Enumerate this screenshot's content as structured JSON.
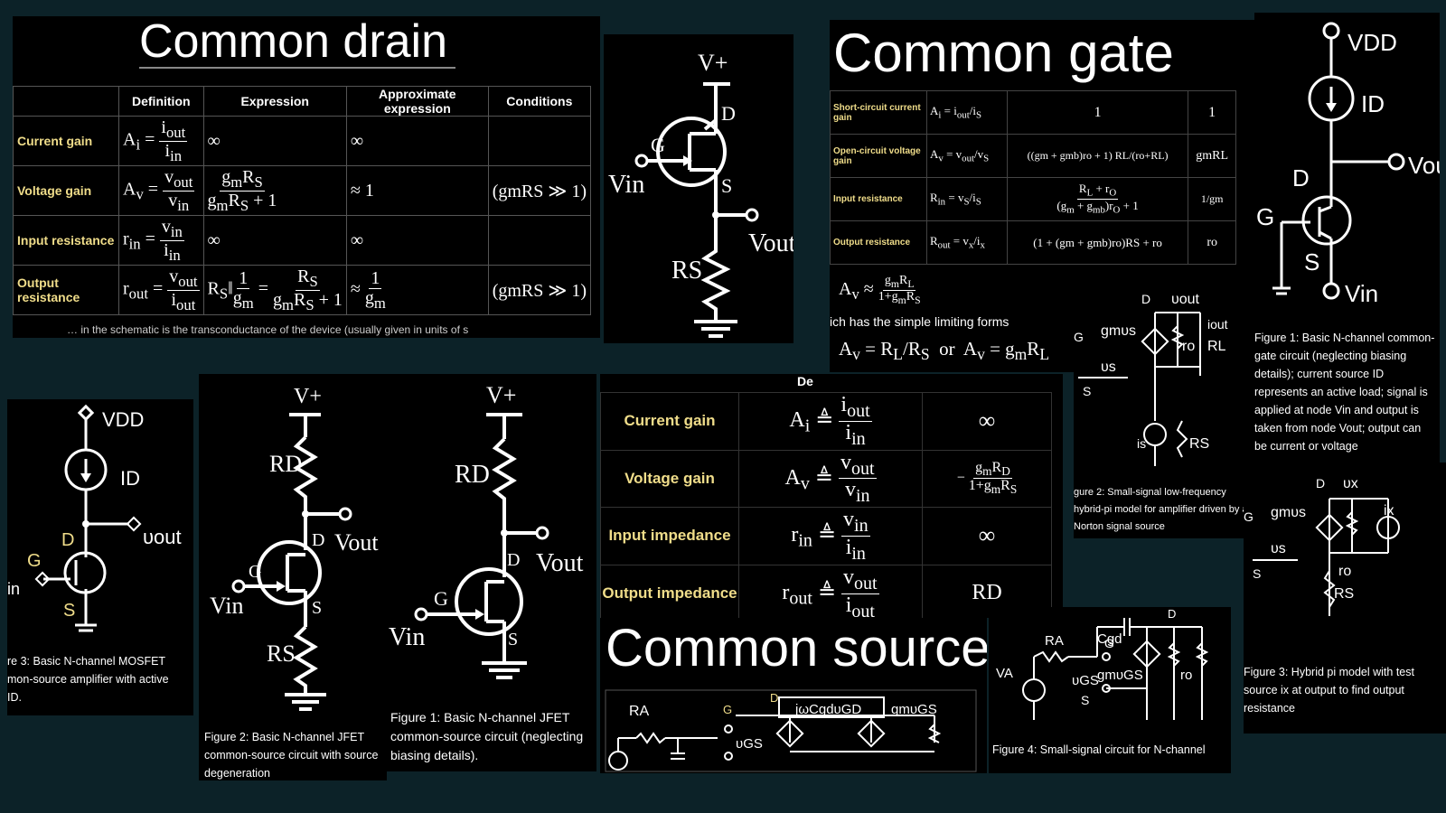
{
  "common_drain": {
    "title": "Common drain",
    "table_headers": [
      "Definition",
      "Expression",
      "Approximate expression",
      "Conditions"
    ],
    "rows": [
      {
        "label": "Current gain",
        "expression": "∞",
        "approx": "∞",
        "condition": ""
      },
      {
        "label": "Voltage gain",
        "approx": "≈ 1",
        "condition": "(gmRS ≫ 1)"
      },
      {
        "label": "Input resistance",
        "expression": "∞",
        "approx": "∞",
        "condition": ""
      },
      {
        "label": "Output resistance",
        "condition": "(gmRS ≫ 1)"
      }
    ],
    "footnote": "… in the schematic is the transconductance of the device (usually given in units of s"
  },
  "common_gate": {
    "title": "Common gate",
    "rows": [
      {
        "label": "Short-circuit current gain",
        "expression": "1",
        "approx": "1"
      },
      {
        "label": "Open-circuit voltage gain",
        "expression": "((gm + gmb)ro + 1) RL/(ro+RL)",
        "approx": "gmRL"
      },
      {
        "label": "Input resistance",
        "approx": "1/gm"
      },
      {
        "label": "Output resistance",
        "expression": "(1 + (gm + gmb)ro)RS + ro",
        "approx": "ro"
      }
    ],
    "limiting_text": "ich has the simple limiting forms",
    "or_text": "or",
    "figure1_caption": "Figure 1: Basic N-channel common-gate circuit (neglecting biasing details); current source ID represents an active load; signal is applied at node Vin and output is taken from node Vout; output can be current or voltage",
    "figure2_caption": "gure 2: Small-signal low-frequency hybrid-pi model for amplifier driven by a Norton signal source",
    "figure3_caption": "Figure 3: Hybrid pi model with test source ix at output to find output resistance"
  },
  "common_source": {
    "title": "Common source",
    "rows": [
      {
        "label": "Current gain",
        "value": "∞"
      },
      {
        "label": "Voltage gain"
      },
      {
        "label": "Input impedance",
        "value": "∞"
      },
      {
        "label": "Output impedance",
        "value": "RD"
      }
    ],
    "header_fragment": "De",
    "figure1_caption": "Figure 1: Basic N-channel JFET common-source circuit (neglecting biasing details).",
    "figure2_caption": "Figure 2: Basic N-channel JFET common-source circuit with source degeneration",
    "figure3_caption": "re 3: Basic N-channel MOSFET mon-source amplifier with active ID.",
    "figure4_caption": "Figure 4: Small-signal circuit for N-channel"
  },
  "labels": {
    "vplus": "V+",
    "vdd": "VDD",
    "vin": "Vin",
    "vout": "Vout",
    "v_out_small": "υout",
    "d": "D",
    "g": "G",
    "s": "S",
    "rs": "RS",
    "rd": "RD",
    "id": "ID",
    "ro": "ro",
    "rl": "RL",
    "iout": "iout",
    "is": "is",
    "vs": "υs",
    "vx": "υx",
    "ix": "ix",
    "gmvs": "gmυs",
    "gmvgs": "gmυGS",
    "jwcgd": "jωCgdυGD",
    "ra": "RA",
    "va": "VA",
    "vgs": "υGS",
    "cgd": "Cgd",
    "cs": "C",
    "in_fragment": "in"
  }
}
